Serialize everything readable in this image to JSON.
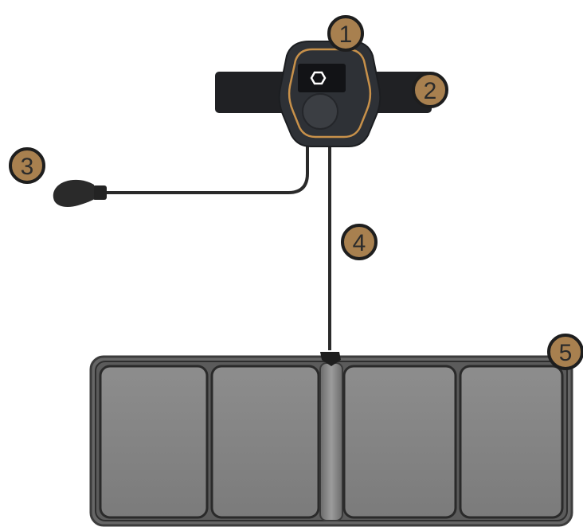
{
  "callouts": [
    {
      "id": "1",
      "label": "1"
    },
    {
      "id": "2",
      "label": "2"
    },
    {
      "id": "3",
      "label": "3"
    },
    {
      "id": "4",
      "label": "4"
    },
    {
      "id": "5",
      "label": "5"
    }
  ],
  "colors": {
    "callout_fill": "#a8804f",
    "callout_outline": "#1e1e1e",
    "device_body": "#2e3136",
    "device_accent": "#c8914a",
    "strap": "#202124",
    "cable": "#2a2a2a",
    "pad_frame": "#555555",
    "pad_cell": "#8a8a8a"
  },
  "icons": {
    "display_icon": "hexagon-outline-icon"
  }
}
